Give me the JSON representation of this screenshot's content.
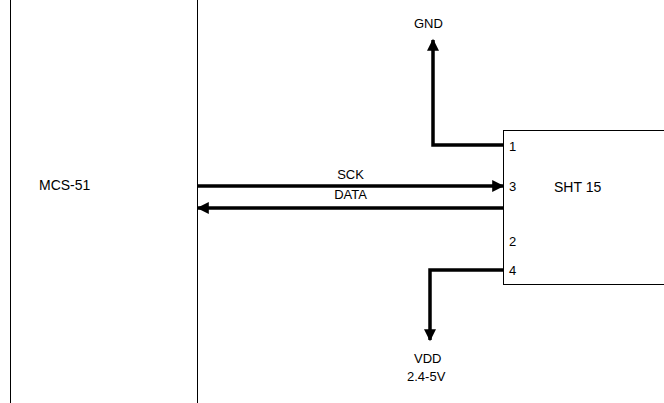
{
  "diagram": {
    "nodes": [
      {
        "text": [
          "MCS-51"
        ]
      },
      {
        "text": [
          "SHT 15"
        ]
      }
    ],
    "edges": [
      {
        "from": 0,
        "to": 1,
        "label": "SCK",
        "arrow": "to"
      },
      {
        "from": 1,
        "to": 0,
        "label": "DATA",
        "arrow": "to"
      }
    ],
    "labels": [
      "GND",
      "1",
      "3",
      "2",
      "4",
      "VDD",
      "2.4-5V"
    ]
  }
}
